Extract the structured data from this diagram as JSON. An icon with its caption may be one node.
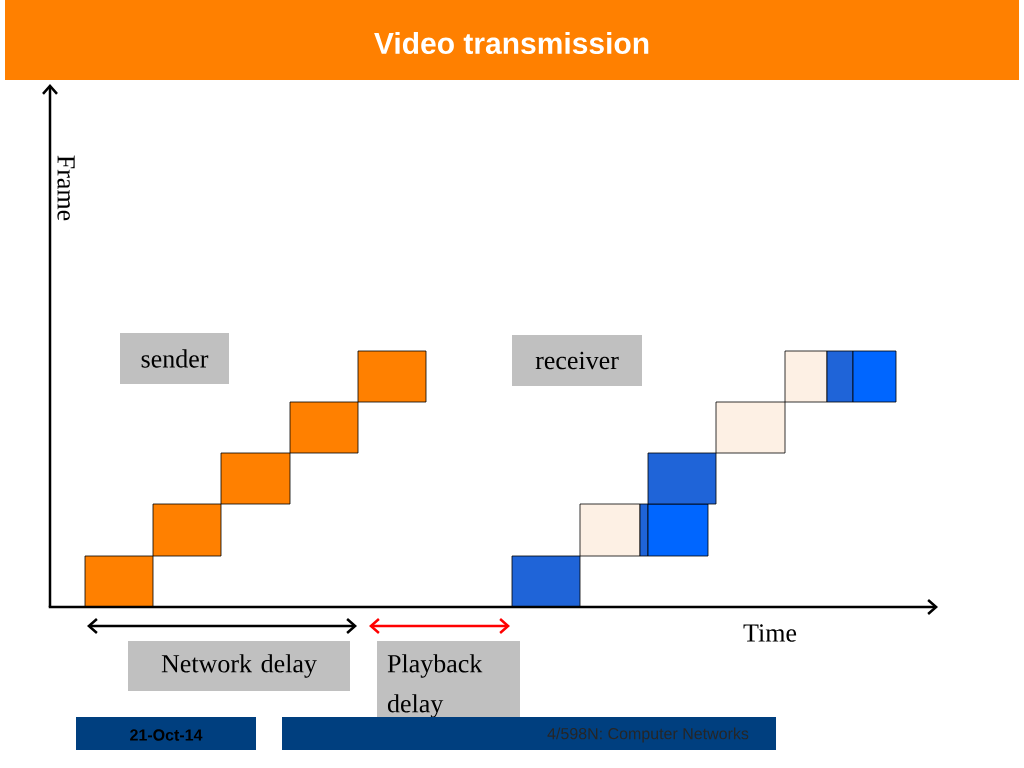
{
  "diagram": {
    "title": "Video transmission",
    "nodes": [
      {
        "text": [
          "sender"
        ]
      },
      {
        "text": [
          "receiver"
        ]
      },
      {
        "text": [
          "Network delay"
        ]
      },
      {
        "text": [
          "Playback delay"
        ]
      }
    ],
    "labels": [
      "Frame",
      "Time",
      "21-Oct-14",
      "4/598N: Computer Networks"
    ]
  }
}
